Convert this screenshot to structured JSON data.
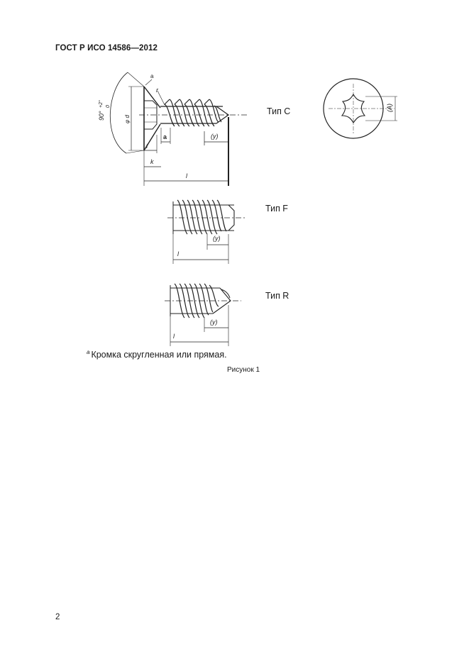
{
  "header": {
    "standard": "ГОСТ Р ИСО 14586—2012"
  },
  "figure": {
    "types": [
      {
        "label": "Тип С"
      },
      {
        "label": "Тип F"
      },
      {
        "label": "Тип R"
      }
    ],
    "dimension_labels": {
      "angle": "90°",
      "tolerance_plus": "+2°",
      "tolerance_zero": "0",
      "diameter": "φ d",
      "diameter_sub": "k",
      "footnote_marker": "a",
      "r": "r",
      "f": "f",
      "a": "a",
      "k": "k",
      "l": "l",
      "y": "(y)",
      "A": "(A)"
    },
    "footnote": {
      "marker": "a",
      "text": "Кромка скругленная или прямая."
    },
    "caption": "Рисунок 1"
  },
  "page": {
    "number": "2"
  }
}
